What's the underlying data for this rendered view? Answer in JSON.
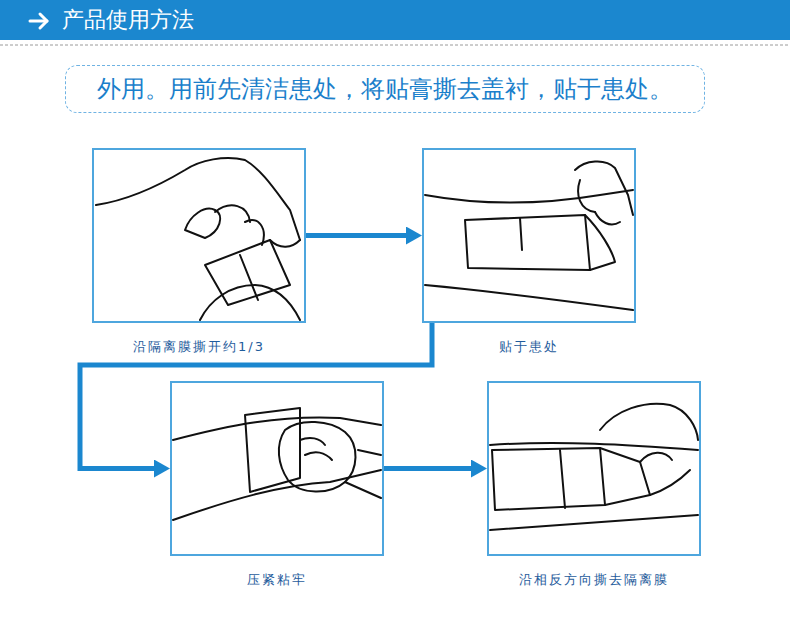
{
  "diagram": {
    "title": "产品使用方法",
    "nodes": [
      {
        "text": [
          "外用。用前先清洁患处，将贴膏撕去盖衬，贴于患处。"
        ]
      },
      {
        "text": [
          "沿隔离膜撕开约1/3"
        ]
      },
      {
        "text": [
          "贴于患处"
        ]
      },
      {
        "text": [
          "压紧粘牢"
        ]
      },
      {
        "text": [
          "沿相反方向撕去隔离膜"
        ]
      }
    ],
    "edges": [
      {
        "from": 1,
        "to": 2,
        "arrow": "to"
      },
      {
        "from": 2,
        "to": 3,
        "arrow": "to"
      },
      {
        "from": 3,
        "to": 4,
        "arrow": "to"
      }
    ]
  }
}
